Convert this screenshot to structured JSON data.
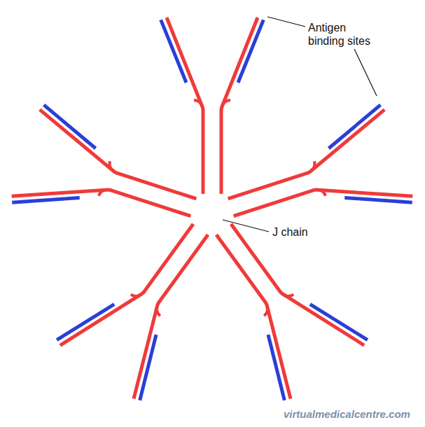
{
  "diagram": {
    "labels": [
      "Antigen binding sites",
      "J chain",
      "virtualmedicalcentre.com"
    ]
  }
}
